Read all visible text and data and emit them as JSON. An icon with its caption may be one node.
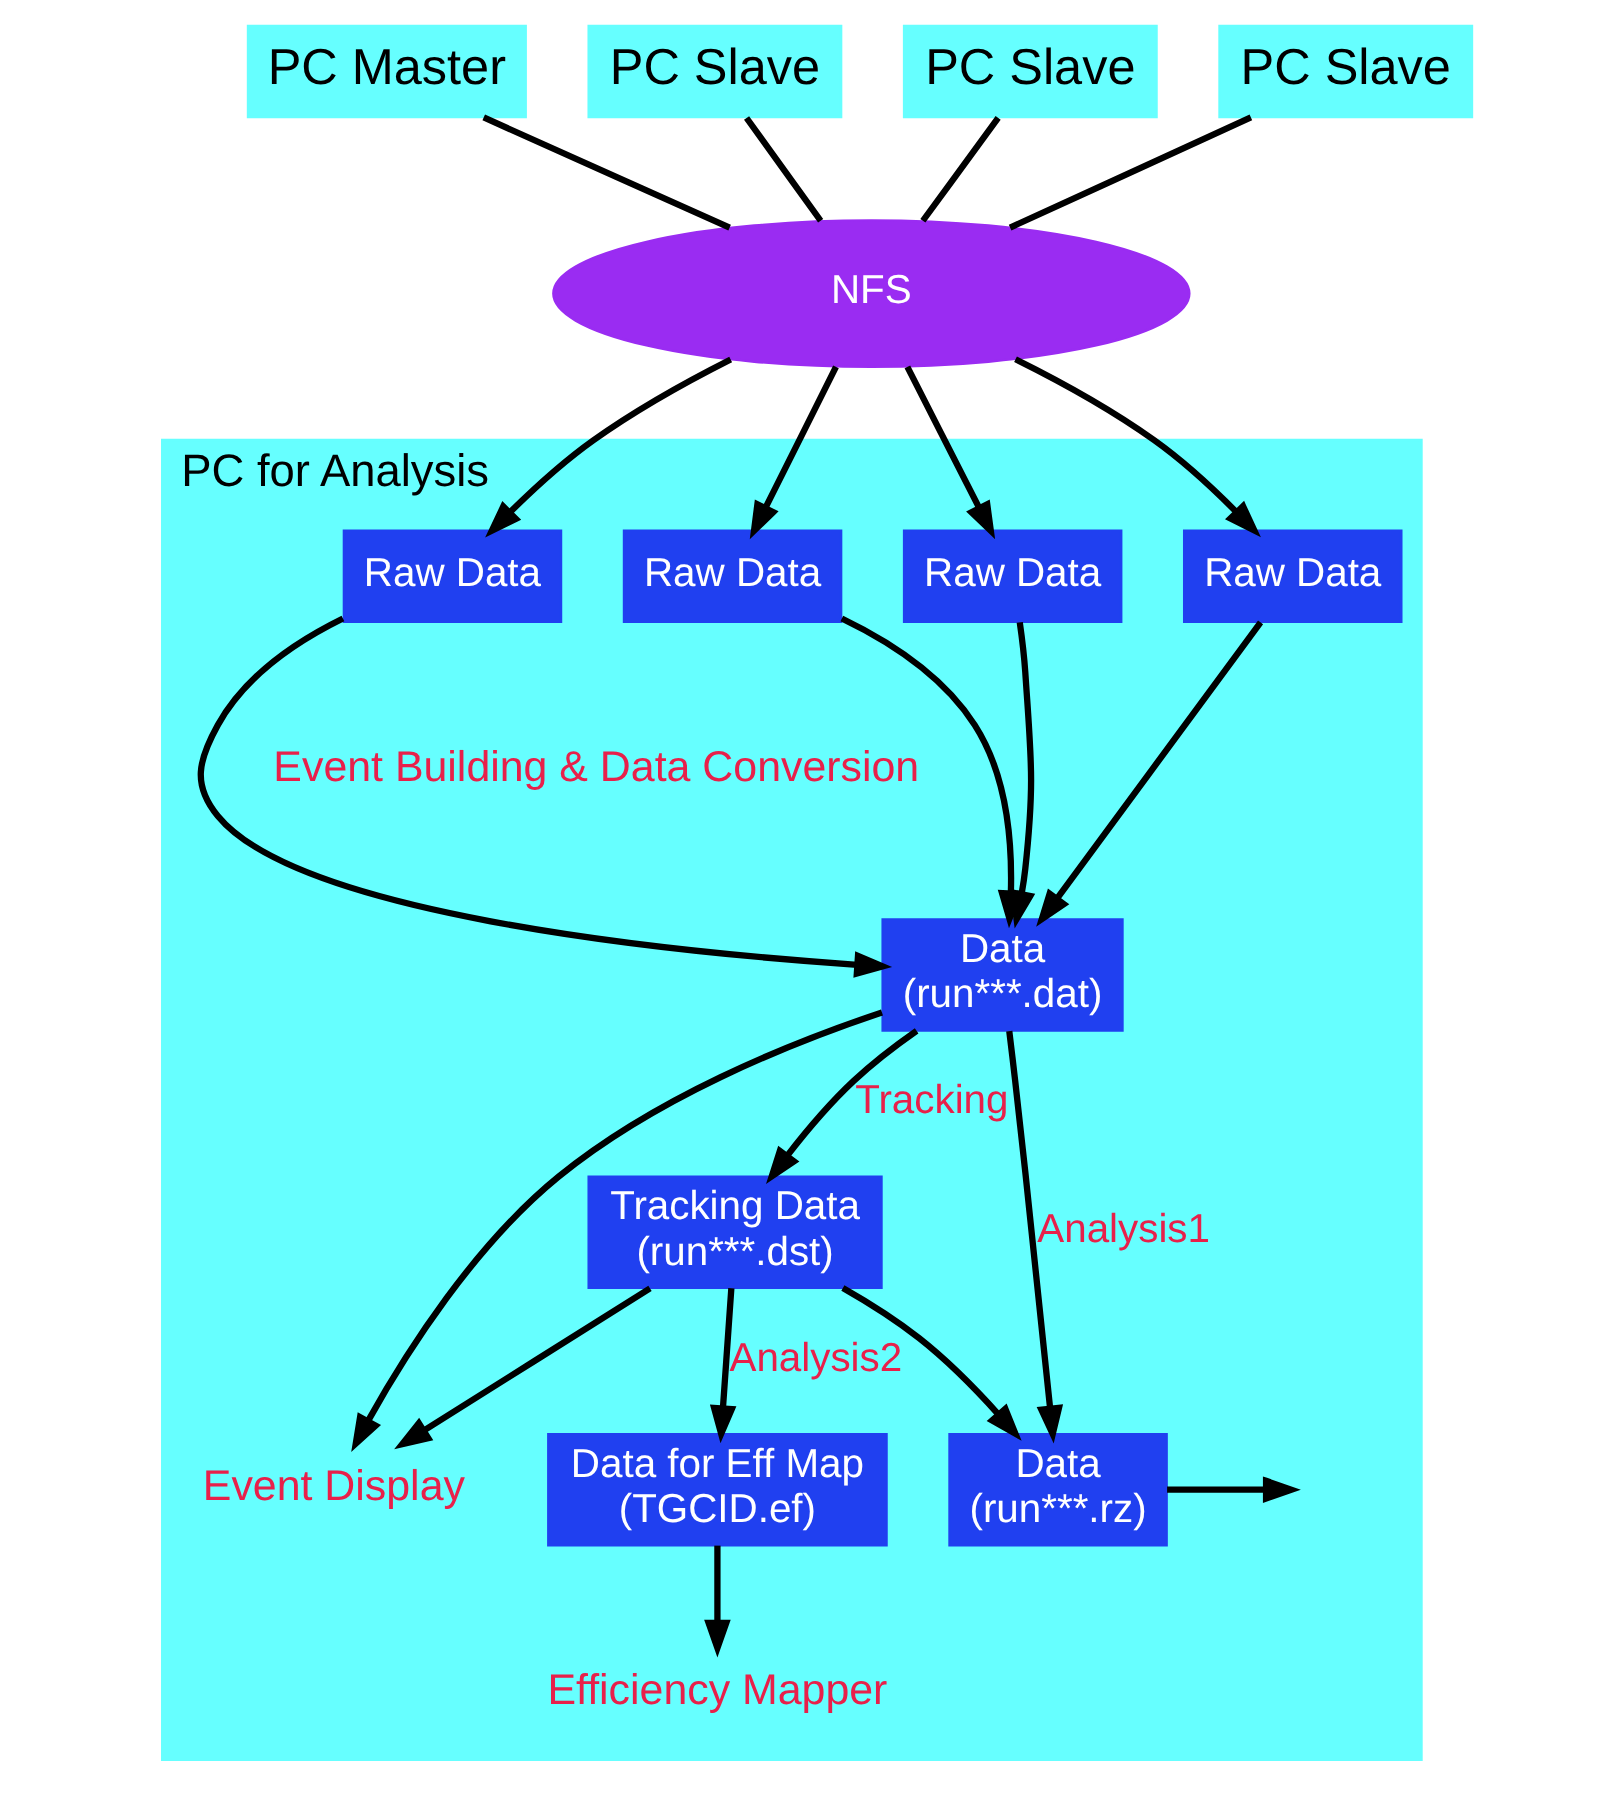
{
  "diagram": {
    "nodes": [
      {
        "text": [
          "PC Master"
        ]
      },
      {
        "text": [
          "PC Slave"
        ]
      },
      {
        "text": [
          "PC Slave"
        ]
      },
      {
        "text": [
          "PC Slave"
        ]
      },
      {
        "text": [
          "NFS"
        ]
      },
      {
        "text": [
          "PC for Analysis"
        ]
      },
      {
        "text": [
          "Raw Data"
        ],
        "in": 5
      },
      {
        "text": [
          "Raw Data"
        ],
        "in": 5
      },
      {
        "text": [
          "Raw Data"
        ],
        "in": 5
      },
      {
        "text": [
          "Raw Data"
        ],
        "in": 5
      },
      {
        "text": [
          "Data",
          "(run***.dat)"
        ],
        "in": 5
      },
      {
        "text": [
          "Tracking Data",
          "(run***.dst)"
        ],
        "in": 5
      },
      {
        "text": [
          "Data",
          "(run***.rz)"
        ],
        "in": 5
      },
      {
        "text": [
          "Data for Eff Map",
          "(TGCID.ef)"
        ],
        "in": 5
      },
      {
        "text": [
          "Event Display"
        ],
        "in": 5
      },
      {
        "text": [
          "Efficiency Mapper"
        ],
        "in": 5
      }
    ],
    "edges": [
      {
        "from": 0,
        "to": 4,
        "arrow": "none"
      },
      {
        "from": 1,
        "to": 4,
        "arrow": "none"
      },
      {
        "from": 2,
        "to": 4,
        "arrow": "none"
      },
      {
        "from": 3,
        "to": 4,
        "arrow": "none"
      },
      {
        "from": 4,
        "to": 6,
        "arrow": "to"
      },
      {
        "from": 4,
        "to": 7,
        "arrow": "to"
      },
      {
        "from": 4,
        "to": 8,
        "arrow": "to"
      },
      {
        "from": 4,
        "to": 9,
        "arrow": "to"
      },
      {
        "from": 6,
        "to": 10,
        "arrow": "to"
      },
      {
        "from": 7,
        "to": 10,
        "arrow": "to"
      },
      {
        "from": 8,
        "to": 10,
        "arrow": "to"
      },
      {
        "from": 9,
        "to": 10,
        "arrow": "to"
      },
      {
        "from": 10,
        "to": 11,
        "arrow": "to",
        "label": "Tracking"
      },
      {
        "from": 10,
        "to": 12,
        "arrow": "to",
        "label": "Analysis1"
      },
      {
        "from": 10,
        "to": 14,
        "arrow": "to"
      },
      {
        "from": 11,
        "to": 14,
        "arrow": "to"
      },
      {
        "from": 11,
        "to": 12,
        "arrow": "to"
      },
      {
        "from": 11,
        "to": 13,
        "arrow": "to",
        "label": "Analysis2"
      },
      {
        "from": 12,
        "to": null,
        "arrow": "to"
      },
      {
        "from": 13,
        "to": 15,
        "arrow": "to"
      }
    ],
    "labels": [
      "Event Building & Data Conversion"
    ]
  }
}
